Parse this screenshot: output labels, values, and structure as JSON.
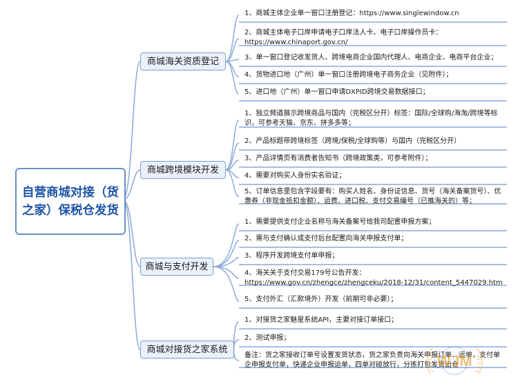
{
  "root": {
    "title": "自营商城对接（货之家）保税仓发货"
  },
  "branches": [
    {
      "label": "商城海关资质登记",
      "leaves": [
        "1、商城主体企业单一窗口注册登记：https://www.singlewindow.cn",
        "2、商城主体电子口岸申请电子口岸法人卡、电子口岸操作员卡：https://www.chinaport.gov.cn/",
        "3、单一窗口登记收发货人、跨境电商企业国内代理人、电商企业、电商平台企业；",
        "4、货物进口地（广州）单一窗口注册跨境电子商务企业（见附件）；",
        "5、进口地（广州）单一窗口申请DXPID跨境交易数据接口；"
      ]
    },
    {
      "label": "商城跨境模块开发",
      "leaves": [
        "1、独立频道展示跨境商品与国内（完税区分开）标签：国际/全球购/海淘/跨境等标识，可参考天猫、京东、拼多多等；",
        "2、产品标题带跨境标签（跨境/保税/全球购等）与国内（完税区分开）",
        "3、产品详情页有消费者告知书（跨境政策类，可参考附件）；",
        "4、需要对购买人身份实名验证；",
        "5、订单信息里包含字段要有：购买人姓名、身份证信息、货号（海关备案货号）、优惠券（非现金抵扣金额）、运费、进口税、支付交易编号（已推海关的）等；"
      ]
    },
    {
      "label": "商城与支付开发",
      "leaves": [
        "1、需要提供支付企业名称与海关备案号给我司配置申报方案；",
        "2、需与支付确认或支付后台配置向海关申报支付单；",
        "3、程序开发跨境支付单申报；",
        "4、海关关于支付交易179号公告开发：https://www.gov.cn/zhengce/zhengceku/2018-12/31/content_5447029.htm",
        "5、支付外汇（汇款境外）开发（前期可非必要）；"
      ]
    },
    {
      "label": "商城对接货之家系统",
      "leaves": [
        "1、对接货之家魅星系统API，主要对接订单接口；",
        "2、测试申报；",
        "备注：货之家接收订单号设置发货状态，货之家负责向海关申报订单、运单，支付单企申报支付单，快递企业申报运单，四单对碰放行，分拣打包发货出仓"
      ]
    }
  ],
  "watermark": {
    "text": "WJM"
  },
  "colors": {
    "line": "#8aa9d6",
    "root_text": "#1f55a7",
    "branch_border": "#7a9ccf",
    "branch_fill": "#eaf1fb"
  }
}
